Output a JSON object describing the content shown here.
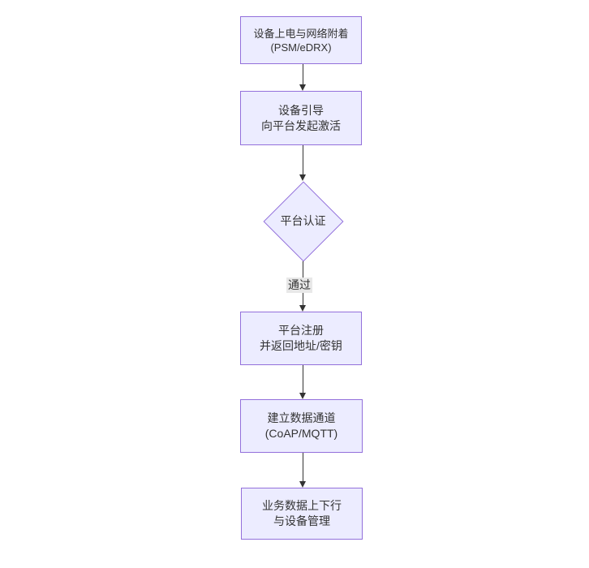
{
  "diagram": {
    "type": "flowchart-top-down",
    "colors": {
      "background": "#ffffff",
      "node_fill": "#ECECFF",
      "node_border": "#9370DB",
      "edge_line": "#333333",
      "text": "#333333",
      "edge_label_bg": "#e8e8e8"
    },
    "nodes": [
      {
        "id": "A",
        "shape": "rect",
        "lines": [
          "设备上电与网络附着",
          "(PSM/eDRX)"
        ]
      },
      {
        "id": "B",
        "shape": "rect",
        "lines": [
          "设备引导",
          "向平台发起激活"
        ]
      },
      {
        "id": "C",
        "shape": "diamond",
        "lines": [
          "平台认证"
        ]
      },
      {
        "id": "D",
        "shape": "rect",
        "lines": [
          "平台注册",
          "并返回地址/密钥"
        ]
      },
      {
        "id": "E",
        "shape": "rect",
        "lines": [
          "建立数据通道",
          "(CoAP/MQTT)"
        ]
      },
      {
        "id": "F",
        "shape": "rect",
        "lines": [
          "业务数据上下行",
          "与设备管理"
        ]
      }
    ],
    "edges": [
      {
        "from": "A",
        "to": "B",
        "label": ""
      },
      {
        "from": "B",
        "to": "C",
        "label": ""
      },
      {
        "from": "C",
        "to": "D",
        "label": "通过"
      },
      {
        "from": "D",
        "to": "E",
        "label": ""
      },
      {
        "from": "E",
        "to": "F",
        "label": ""
      }
    ]
  }
}
